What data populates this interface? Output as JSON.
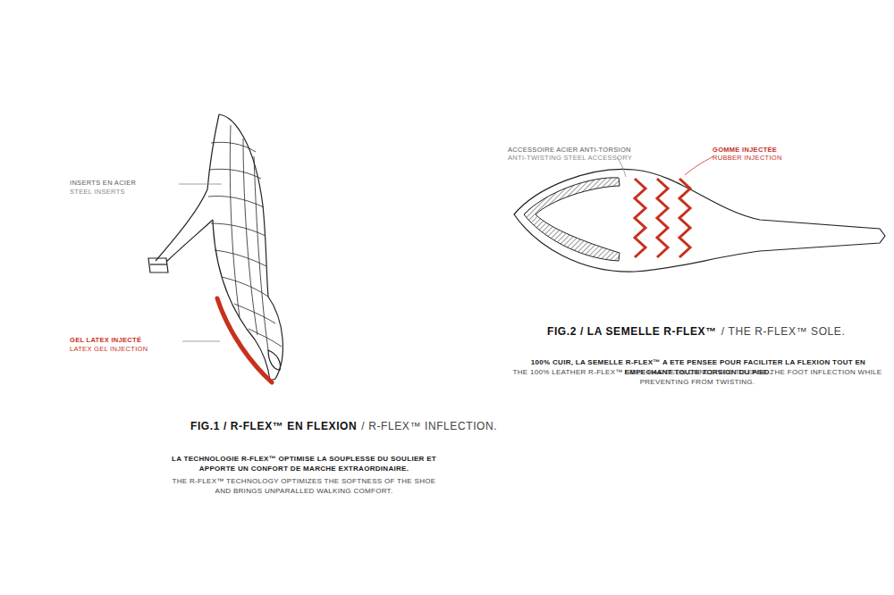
{
  "diagram": {
    "labels": [
      "INSERTS EN ACIER",
      "STEEL INSERTS",
      "GEL LATEX INJECTÉ",
      "LATEX GEL INJECTION",
      "FIG.1 / R-FLEX™ EN FLEXION",
      "/ R-FLEX™ INFLECTION.",
      "LA TECHNOLOGIE R-FLEX™ OPTIMISE LA SOUPLESSE DU SOULIER ET APPORTE UN CONFORT DE MARCHE EXTRAORDINAIRE.",
      "THE R-FLEX™ TECHNOLOGY OPTIMIZES THE SOFTNESS OF THE SHOE AND BRINGS UNPARALLED WALKING COMFORT.",
      "ACCESSOIRE ACIER ANTI-TORSION",
      "ANTI-TWISTING STEEL ACCESSORY",
      "GOMME INJECTÉE",
      "RUBBER INJECTION",
      "FIG.2 / LA SEMELLE R-FLEX™",
      "/ THE R-FLEX™ SOLE.",
      "100% CUIR, LA SEMELLE R-FLEX™ A ETE PENSEE POUR FACILITER LA FLEXION TOUT EN EMPECHANT TOUTE TORSION DU PIED.",
      "THE 100% LEATHER R-FLEX™ SOLE HAS BEEN CONCEIVED TO EASE THE FOOT INFLECTION WHILE PREVENTING FROM TWISTING."
    ]
  }
}
